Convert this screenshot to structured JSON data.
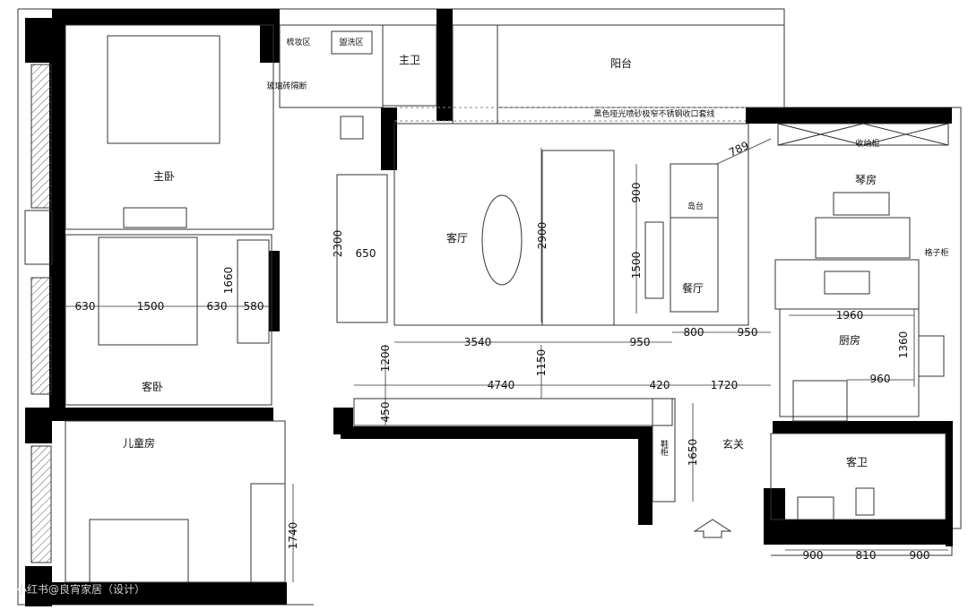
{
  "rooms": {
    "master_bedroom": "主卧",
    "vanity_area": "梳妆区",
    "wash_area": "盥洗区",
    "master_bath": "主卫",
    "glass_brick_partition": "玻璃砖隔断",
    "balcony": "阳台",
    "storage_cabinet": "收纳柜",
    "island": "岛台",
    "piano_room": "琴房",
    "grid_cabinet": "格子柜",
    "living_room": "客厅",
    "dining_room": "餐厅",
    "kitchen": "厨房",
    "guest_bedroom": "客卧",
    "kids_room": "儿童房",
    "entrance": "玄关",
    "guest_bath": "客卫",
    "shoe_cabinet": "鞋柜"
  },
  "notes": {
    "trim_note": "黑色哑光喷砂极窄不锈钢收口套线",
    "watermark": "小红书@良宵家居（设计）"
  },
  "dimensions": {
    "diag_789": "789",
    "g1_630": "630",
    "g1_1500": "1500",
    "g1_630b": "630",
    "g1_580": "580",
    "v_1660": "1660",
    "v_2300": "2300",
    "h_650": "650",
    "v_2900": "2900",
    "v_900": "900",
    "v_1500": "1500",
    "h_3540": "3540",
    "h_950": "950",
    "h_800": "800",
    "h_950b": "950",
    "v_1200": "1200",
    "v_1150": "1150",
    "h_4740": "4740",
    "h_420": "420",
    "h_1720": "1720",
    "v_450": "450",
    "v_1650": "1650",
    "v_1740": "1740",
    "k_1960": "1960",
    "k_1360": "1360",
    "k_960": "960",
    "b_900": "900",
    "b_810": "810",
    "b_900b": "900"
  }
}
